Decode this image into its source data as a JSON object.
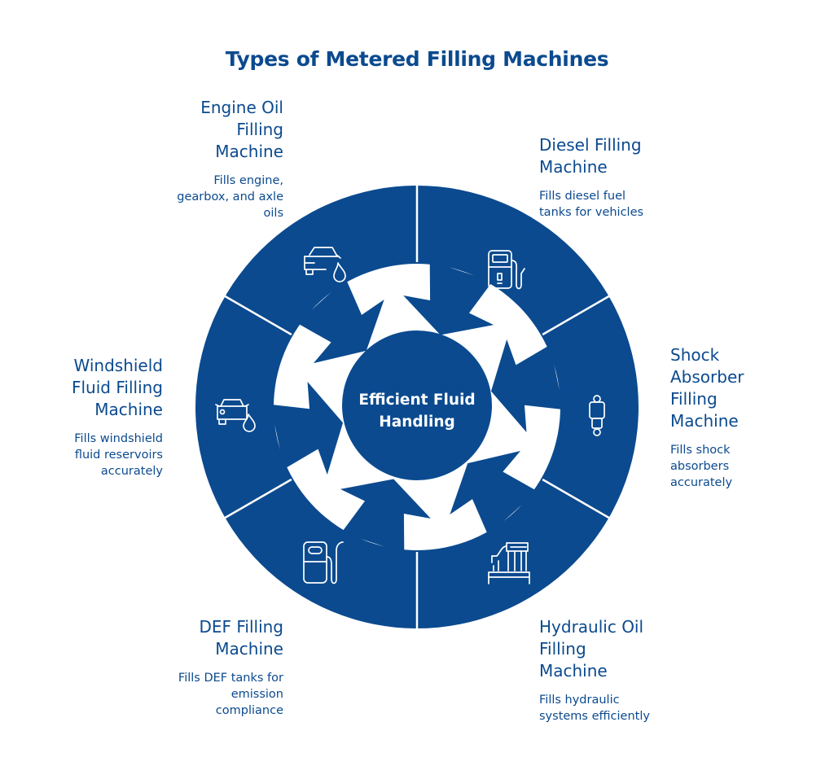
{
  "title": "Types of Metered Filling Machines",
  "center": {
    "line1": "Efficient Fluid",
    "line2": "Handling"
  },
  "colors": {
    "primary": "#0b4a8f",
    "background": "#ffffff",
    "icon_stroke": "#ffffff"
  },
  "segments": [
    {
      "name": "Engine Oil Filling Machine",
      "name_lines": [
        "Engine Oil",
        "Filling",
        "Machine"
      ],
      "desc_lines": [
        "Fills engine,",
        "gearbox, and axle",
        "oils"
      ],
      "icon": "car-oil-drop-icon"
    },
    {
      "name": "Diesel Filling Machine",
      "name_lines": [
        "Diesel Filling",
        "Machine"
      ],
      "desc_lines": [
        "Fills diesel fuel",
        "tanks for vehicles"
      ],
      "icon": "fuel-pump-icon"
    },
    {
      "name": "Shock Absorber Filling Machine",
      "name_lines": [
        "Shock",
        "Absorber",
        "Filling",
        "Machine"
      ],
      "desc_lines": [
        "Fills shock",
        "absorbers",
        "accurately"
      ],
      "icon": "shock-absorber-icon"
    },
    {
      "name": "Hydraulic Oil Filling Machine",
      "name_lines": [
        "Hydraulic Oil",
        "Filling",
        "Machine"
      ],
      "desc_lines": [
        "Fills hydraulic",
        "systems efficiently"
      ],
      "icon": "hydraulic-machine-icon"
    },
    {
      "name": "DEF Filling Machine",
      "name_lines": [
        "DEF Filling",
        "Machine"
      ],
      "desc_lines": [
        "Fills DEF tanks for",
        "emission",
        "compliance"
      ],
      "icon": "def-pump-icon"
    },
    {
      "name": "Windshield Fluid Filling Machine",
      "name_lines": [
        "Windshield",
        "Fluid Filling",
        "Machine"
      ],
      "desc_lines": [
        "Fills windshield",
        "fluid reservoirs",
        "accurately"
      ],
      "icon": "car-washer-drop-icon"
    }
  ]
}
